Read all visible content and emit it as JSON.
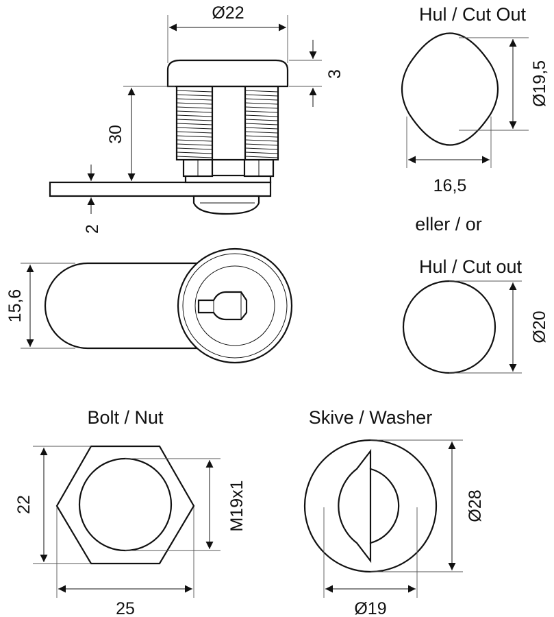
{
  "colors": {
    "line": "#111111",
    "background": "#ffffff"
  },
  "labels": {
    "cutout_title_1": "Hul / Cut Out",
    "or_text": "eller / or",
    "cutout_title_2": "Hul / Cut out",
    "nut_title": "Bolt / Nut",
    "washer_title": "Skive / Washer"
  },
  "dimensions": {
    "head_diameter": "Ø22",
    "head_height": "3",
    "body_length": "30",
    "cam_thickness": "2",
    "cam_width": "15,6",
    "cutout1_height": "Ø19,5",
    "cutout1_width": "16,5",
    "cutout2_diameter": "Ø20",
    "nut_height": "22",
    "nut_thread": "M19x1",
    "nut_width": "25",
    "washer_outer": "Ø28",
    "washer_inner": "Ø19"
  }
}
